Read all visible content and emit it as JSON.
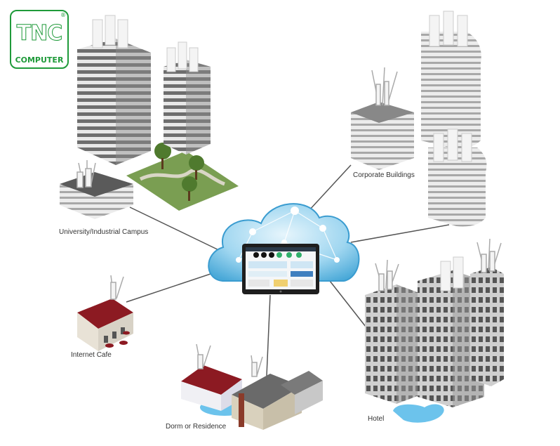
{
  "logo": {
    "text": "TNC",
    "subtext": "COMPUTER",
    "registered": "®",
    "color": "#1f9a3a"
  },
  "labels": {
    "campus": "University/Industrial Campus",
    "corporate": "Corporate Buildings",
    "cafe": "Internet Cafe",
    "dorm": "Dorm or Residence",
    "hotel": "Hotel"
  },
  "colors": {
    "cloud": "#5ab8e4",
    "cloud_light": "#cbeaf8",
    "line": "#555555",
    "roof_red": "#8c1a22",
    "grass": "#7a9e52",
    "water": "#6cc3ec"
  }
}
